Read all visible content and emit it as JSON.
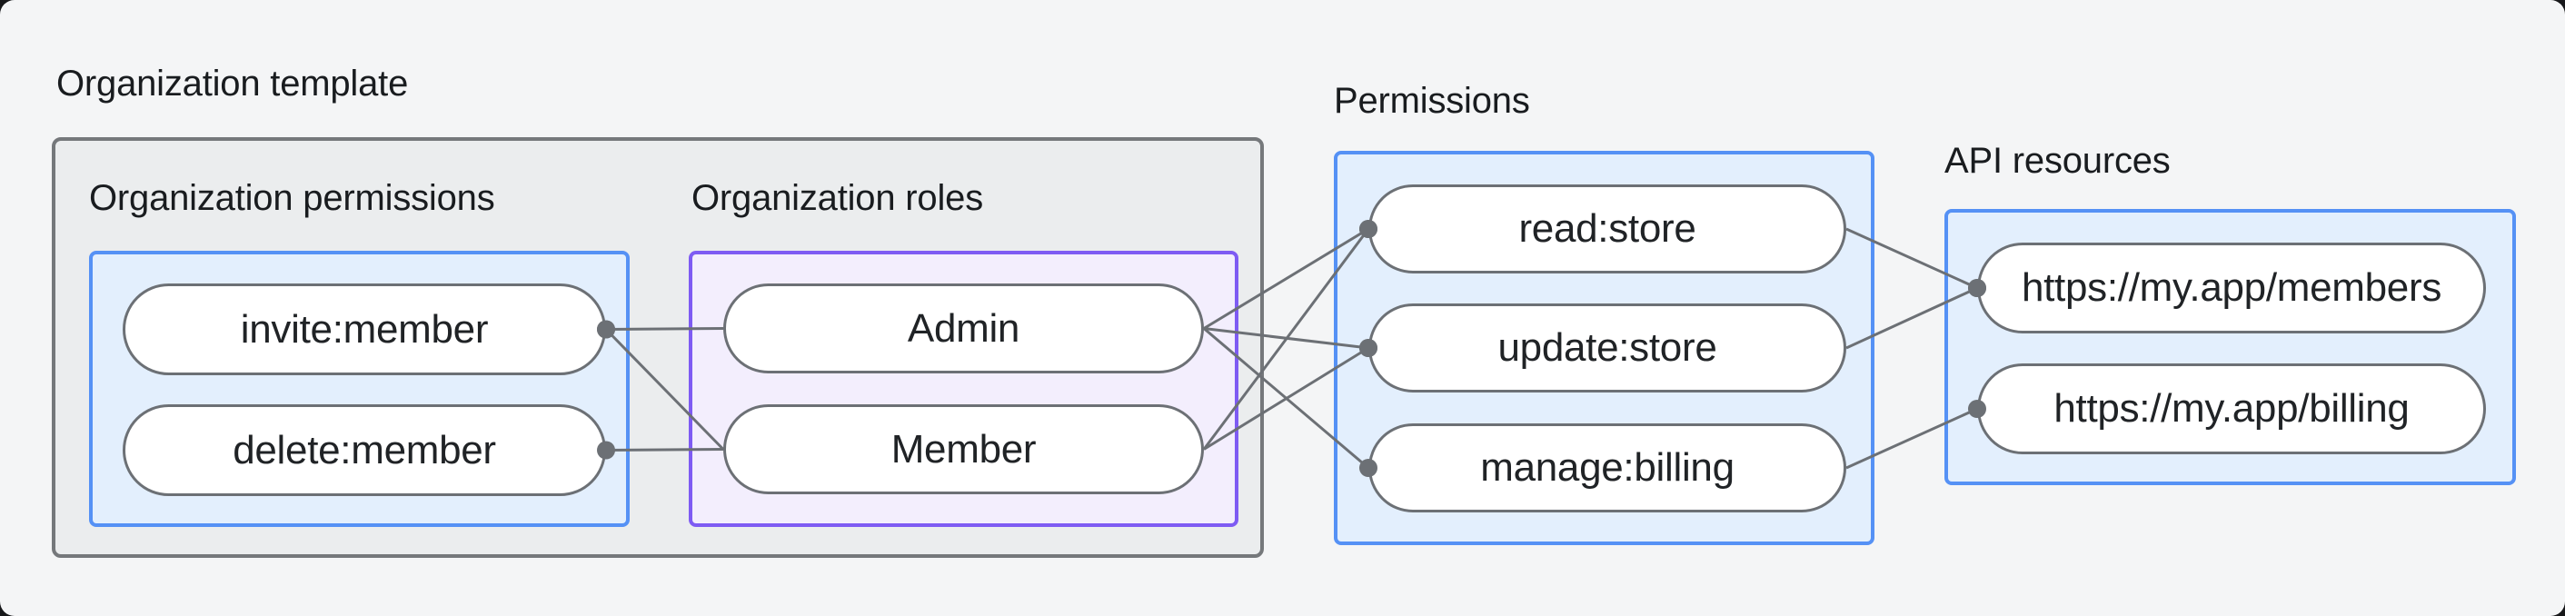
{
  "org_template": {
    "title": "Organization template"
  },
  "org_permissions": {
    "label": "Organization permissions",
    "items": [
      "invite:member",
      "delete:member"
    ]
  },
  "org_roles": {
    "label": "Organization roles",
    "items": [
      "Admin",
      "Member"
    ]
  },
  "permissions": {
    "label": "Permissions",
    "items": [
      "read:store",
      "update:store",
      "manage:billing"
    ]
  },
  "api_resources": {
    "label": "API resources",
    "items": [
      "https://my.app/members",
      "https://my.app/billing"
    ]
  },
  "colors": {
    "surface": "#f4f5f6",
    "text": "#191c1f",
    "gray_box_fill": "#ebedee",
    "gray_box_border": "#75787b",
    "blue_fill": "#e3effd",
    "blue_border": "#5591f5",
    "purple_fill": "#f3eefd",
    "purple_border": "#7e5bf3",
    "pill_fill": "#ffffff",
    "pill_border": "#6c7075",
    "connector": "#6c7075"
  },
  "edges": [
    {
      "from": "invite-member",
      "to": "admin",
      "dot_at": "from"
    },
    {
      "from": "invite-member",
      "to": "member",
      "dot_at": "from"
    },
    {
      "from": "delete-member",
      "to": "member",
      "dot_at": "from"
    },
    {
      "from": "admin",
      "to": "read-store",
      "dot_at": "to"
    },
    {
      "from": "admin",
      "to": "update-store",
      "dot_at": "to"
    },
    {
      "from": "admin",
      "to": "manage-billing",
      "dot_at": "to"
    },
    {
      "from": "member",
      "to": "read-store",
      "dot_at": "to"
    },
    {
      "from": "member",
      "to": "update-store",
      "dot_at": "to"
    },
    {
      "from": "read-store",
      "to": "api-members",
      "dot_at": "to"
    },
    {
      "from": "update-store",
      "to": "api-members",
      "dot_at": "to"
    },
    {
      "from": "manage-billing",
      "to": "api-billing",
      "dot_at": "to"
    }
  ]
}
